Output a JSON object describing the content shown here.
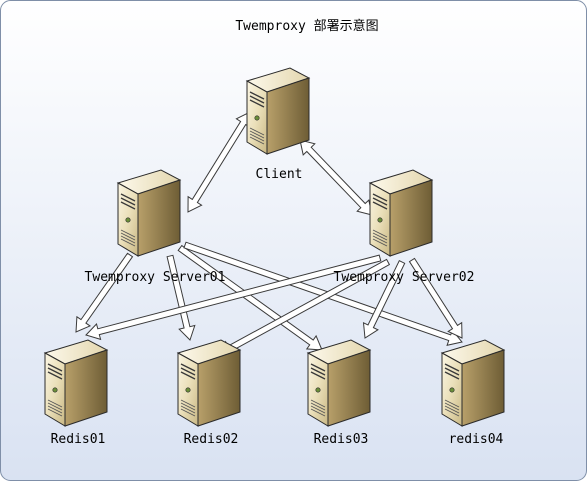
{
  "title": "Twemproxy 部署示意图",
  "colors": {
    "background_top": "#ffffff",
    "background_bottom": "#d9e2f2",
    "border": "#7f8fa8",
    "server_light": "#f6efd6",
    "server_mid": "#d8c79b",
    "server_dark": "#8c7a4e",
    "arrow_fill": "#ffffff",
    "arrow_stroke": "#3a3a3a"
  },
  "nodes": [
    {
      "id": "client",
      "label": "Client",
      "icon": "server-icon"
    },
    {
      "id": "proxy1",
      "label": "Twemproxy Server01",
      "icon": "server-icon"
    },
    {
      "id": "proxy2",
      "label": "Twemproxy Server02",
      "icon": "server-icon"
    },
    {
      "id": "redis01",
      "label": "Redis01",
      "icon": "server-icon"
    },
    {
      "id": "redis02",
      "label": "Redis02",
      "icon": "server-icon"
    },
    {
      "id": "redis03",
      "label": "Redis03",
      "icon": "server-icon"
    },
    {
      "id": "redis04",
      "label": "redis04",
      "icon": "server-icon"
    }
  ],
  "edges": [
    {
      "from": "client",
      "to": "proxy1",
      "bidirectional": true
    },
    {
      "from": "client",
      "to": "proxy2",
      "bidirectional": true
    },
    {
      "from": "proxy1",
      "to": "redis01",
      "bidirectional": false
    },
    {
      "from": "proxy1",
      "to": "redis02",
      "bidirectional": false
    },
    {
      "from": "proxy1",
      "to": "redis03",
      "bidirectional": false
    },
    {
      "from": "proxy1",
      "to": "redis04",
      "bidirectional": false
    },
    {
      "from": "proxy2",
      "to": "redis01",
      "bidirectional": false
    },
    {
      "from": "proxy2",
      "to": "redis02",
      "bidirectional": false
    },
    {
      "from": "proxy2",
      "to": "redis03",
      "bidirectional": false
    },
    {
      "from": "proxy2",
      "to": "redis04",
      "bidirectional": false
    }
  ]
}
